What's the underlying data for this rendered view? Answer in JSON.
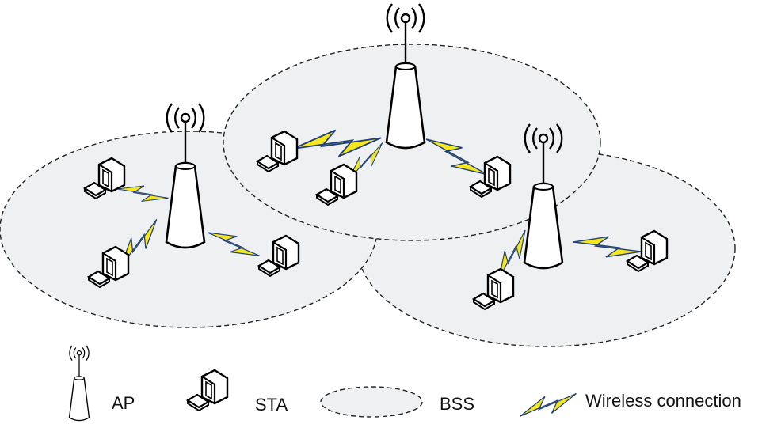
{
  "legend": {
    "ap_label": "AP",
    "sta_label": "STA",
    "bss_label": "BSS",
    "wireless_label": "Wireless connection"
  },
  "colors": {
    "bss_fill": "#eef0f2",
    "bss_stroke": "#222222",
    "ap_fill": "#ffffff",
    "ap_stroke": "#000000",
    "bolt_fill": "#f5e61e",
    "link_line": "#1f3f7a"
  },
  "icons": {
    "ap": "access-point-tower-icon",
    "sta": "computer-station-icon",
    "bss": "dashed-ellipse-icon",
    "wireless": "lightning-bolt-icon"
  },
  "network": {
    "bss_count": 3,
    "access_points": 3,
    "stations": 8
  }
}
